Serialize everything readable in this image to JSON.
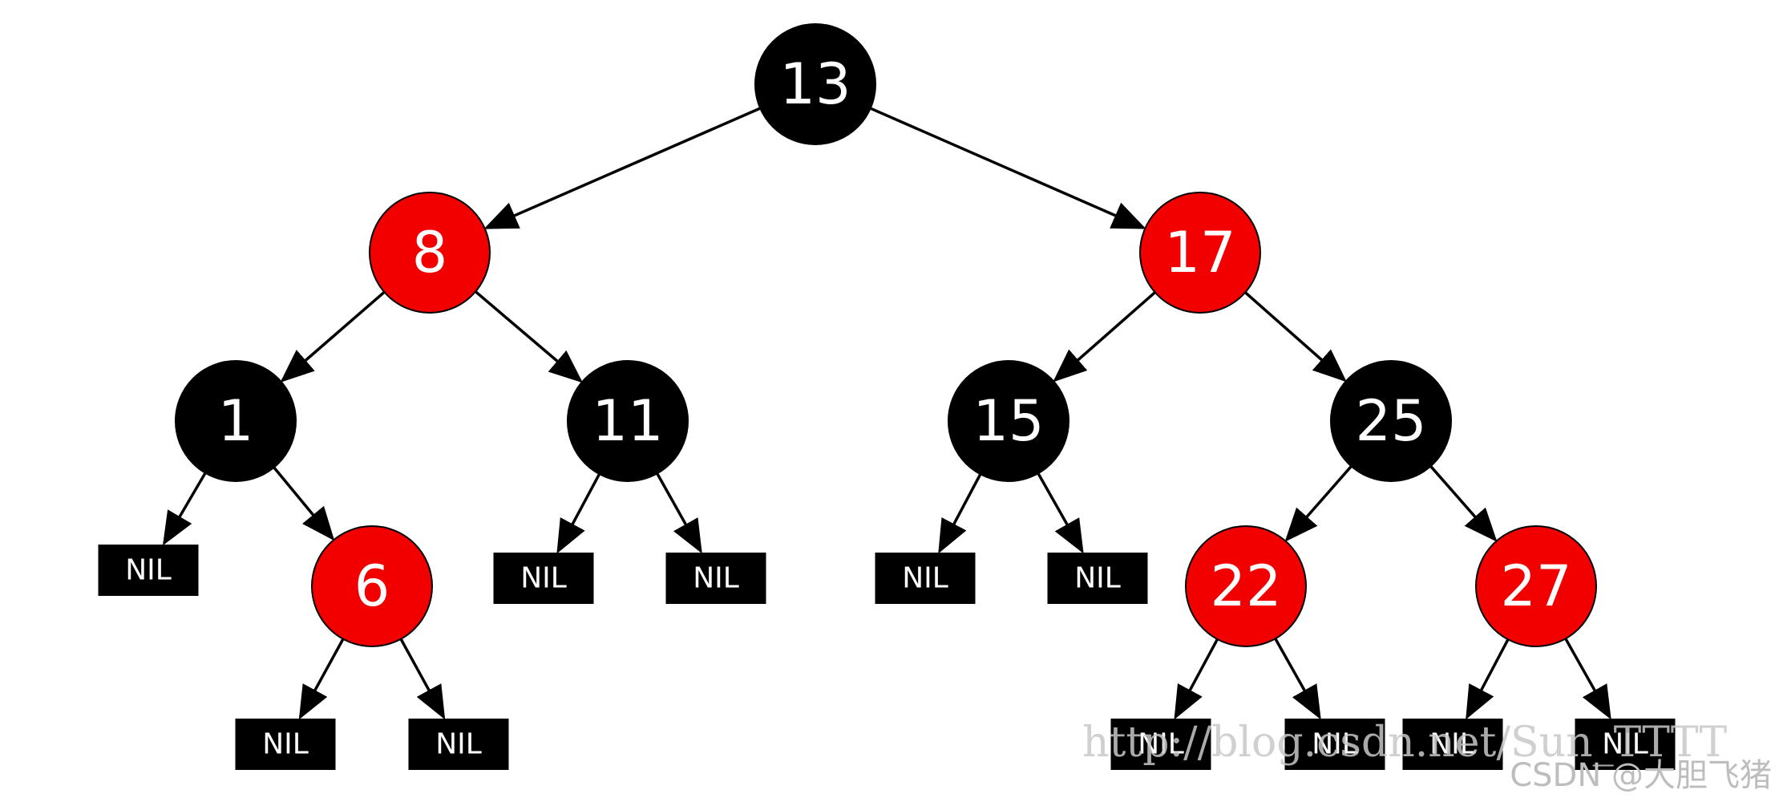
{
  "colors": {
    "red": "#f20000",
    "black": "#000000",
    "edge": "#000000",
    "label": "#ffffff"
  },
  "tree": {
    "nodes": [
      {
        "id": "n13",
        "label": "13",
        "color": "black"
      },
      {
        "id": "n8",
        "label": "8",
        "color": "red"
      },
      {
        "id": "n17",
        "label": "17",
        "color": "red"
      },
      {
        "id": "n1",
        "label": "1",
        "color": "black"
      },
      {
        "id": "n11",
        "label": "11",
        "color": "black"
      },
      {
        "id": "n15",
        "label": "15",
        "color": "black"
      },
      {
        "id": "n25",
        "label": "25",
        "color": "black"
      },
      {
        "id": "n6",
        "label": "6",
        "color": "red"
      },
      {
        "id": "n22",
        "label": "22",
        "color": "red"
      },
      {
        "id": "n27",
        "label": "27",
        "color": "red"
      }
    ],
    "nil_leaves": [
      {
        "id": "nil1",
        "label": "NIL",
        "parent": "n1"
      },
      {
        "id": "nil2",
        "label": "NIL",
        "parent": "n6"
      },
      {
        "id": "nil3",
        "label": "NIL",
        "parent": "n6"
      },
      {
        "id": "nil4",
        "label": "NIL",
        "parent": "n11"
      },
      {
        "id": "nil5",
        "label": "NIL",
        "parent": "n11"
      },
      {
        "id": "nil6",
        "label": "NIL",
        "parent": "n15"
      },
      {
        "id": "nil7",
        "label": "NIL",
        "parent": "n15"
      },
      {
        "id": "nil8",
        "label": "NIL",
        "parent": "n22"
      },
      {
        "id": "nil9",
        "label": "NIL",
        "parent": "n22"
      },
      {
        "id": "nil10",
        "label": "NIL",
        "parent": "n27"
      },
      {
        "id": "nil11",
        "label": "NIL",
        "parent": "n27"
      }
    ],
    "edges": [
      [
        "n13",
        "n8"
      ],
      [
        "n13",
        "n17"
      ],
      [
        "n8",
        "n1"
      ],
      [
        "n8",
        "n11"
      ],
      [
        "n17",
        "n15"
      ],
      [
        "n17",
        "n25"
      ],
      [
        "n1",
        "nil1"
      ],
      [
        "n1",
        "n6"
      ],
      [
        "n6",
        "nil2"
      ],
      [
        "n6",
        "nil3"
      ],
      [
        "n11",
        "nil4"
      ],
      [
        "n11",
        "nil5"
      ],
      [
        "n15",
        "nil6"
      ],
      [
        "n15",
        "nil7"
      ],
      [
        "n25",
        "n22"
      ],
      [
        "n25",
        "n27"
      ],
      [
        "n22",
        "nil8"
      ],
      [
        "n22",
        "nil9"
      ],
      [
        "n27",
        "nil10"
      ],
      [
        "n27",
        "nil11"
      ]
    ]
  },
  "watermark": {
    "url": "http://blog.csdn.net/Sun_TTTT",
    "credit": "CSDN @大胆飞猪"
  }
}
